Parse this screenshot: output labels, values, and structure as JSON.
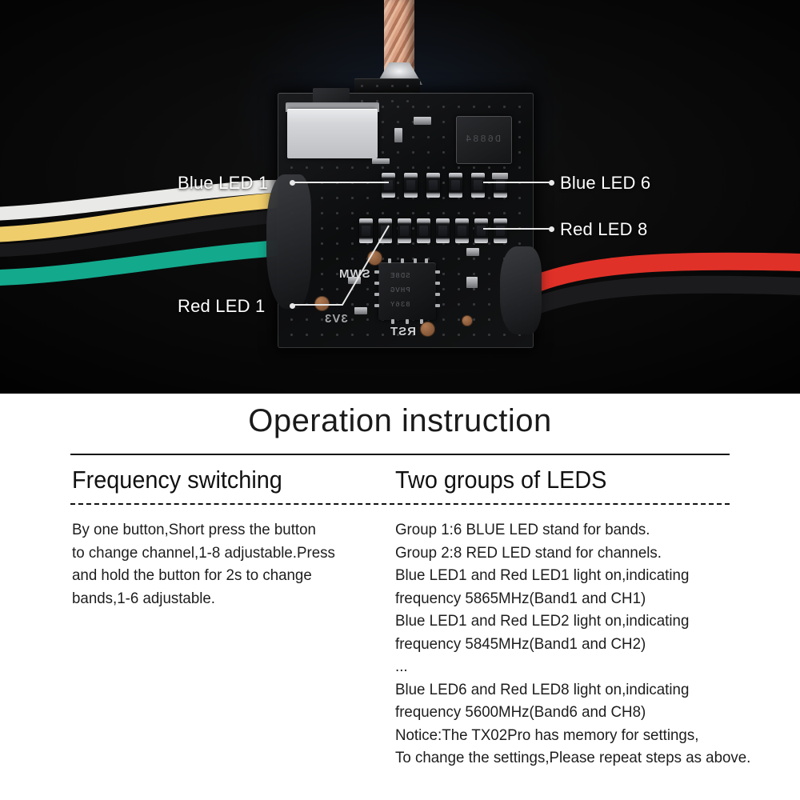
{
  "photo": {
    "alt_name": "fpv-vtx-board-photo",
    "background": "black-hexagon-honeycomb",
    "device_name": "TX02Pro",
    "silkscreen": {
      "swm": "SWM",
      "rst": "RST",
      "v33": "3V3",
      "ic_line1": "SD8E",
      "ic_line2": "PHVG",
      "ic_line3": "836Y",
      "inductor": "D6884"
    },
    "callouts": [
      {
        "label": "Blue LED 1",
        "side": "left"
      },
      {
        "label": "Red LED 1",
        "side": "left"
      },
      {
        "label": "Blue LED 6",
        "side": "right"
      },
      {
        "label": "Red LED 8",
        "side": "right"
      }
    ],
    "wires": [
      {
        "name": "white-wire",
        "color": "#e9e9e7"
      },
      {
        "name": "yellow-wire",
        "color": "#f0cd6b"
      },
      {
        "name": "black-wire-left",
        "color": "#19191b"
      },
      {
        "name": "green-wire",
        "color": "#13a98c"
      },
      {
        "name": "red-wire",
        "color": "#e03128"
      },
      {
        "name": "black-wire-right",
        "color": "#1b1b1d"
      }
    ],
    "led_rows": {
      "blue_count": 6,
      "red_count": 8
    }
  },
  "panel": {
    "title": "Operation instruction",
    "columns": [
      {
        "heading": "Frequency switching",
        "lines": [
          "By one button,Short press the button",
          "to change channel,1-8 adjustable.Press",
          "and hold the button for 2s to change",
          "bands,1-6 adjustable."
        ]
      },
      {
        "heading": "Two groups of LEDS",
        "lines": [
          "Group 1:6 BLUE LED stand for bands.",
          "Group 2:8 RED LED stand for channels.",
          "Blue LED1 and Red LED1 light on,indicating",
          "frequency 5865MHz(Band1 and CH1)",
          "Blue LED1 and Red LED2 light on,indicating",
          "frequency 5845MHz(Band1 and CH2)",
          "...",
          "Blue LED6 and Red LED8 light on,indicating",
          "frequency 5600MHz(Band6 and CH8)",
          "Notice:The TX02Pro has memory for settings,",
          "To change the settings,Please repeat steps as above."
        ]
      }
    ]
  }
}
